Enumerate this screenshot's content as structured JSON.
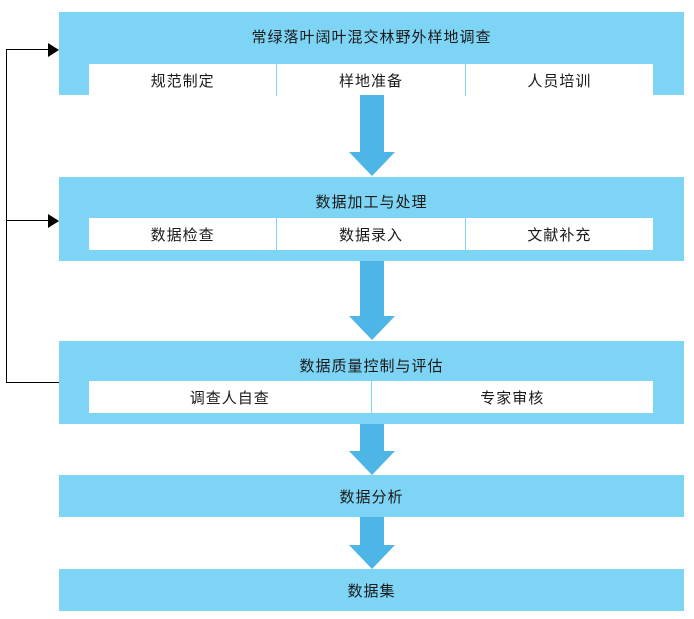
{
  "diagram": {
    "stage1": {
      "title": "常绿落叶阔叶混交林野外样地调查",
      "items": [
        "规范制定",
        "样地准备",
        "人员培训"
      ]
    },
    "stage2": {
      "title": "数据加工与处理",
      "items": [
        "数据检查",
        "数据录入",
        "文献补充"
      ]
    },
    "stage3": {
      "title": "数据质量控制与评估",
      "items": [
        "调查人自查",
        "专家审核"
      ]
    },
    "stage4": {
      "title": "数据分析"
    },
    "stage5": {
      "title": "数据集"
    }
  },
  "colors": {
    "stage_fill": "#7ed4f4",
    "arrow_fill": "#4db6e6",
    "feedback_line": "#000000"
  }
}
